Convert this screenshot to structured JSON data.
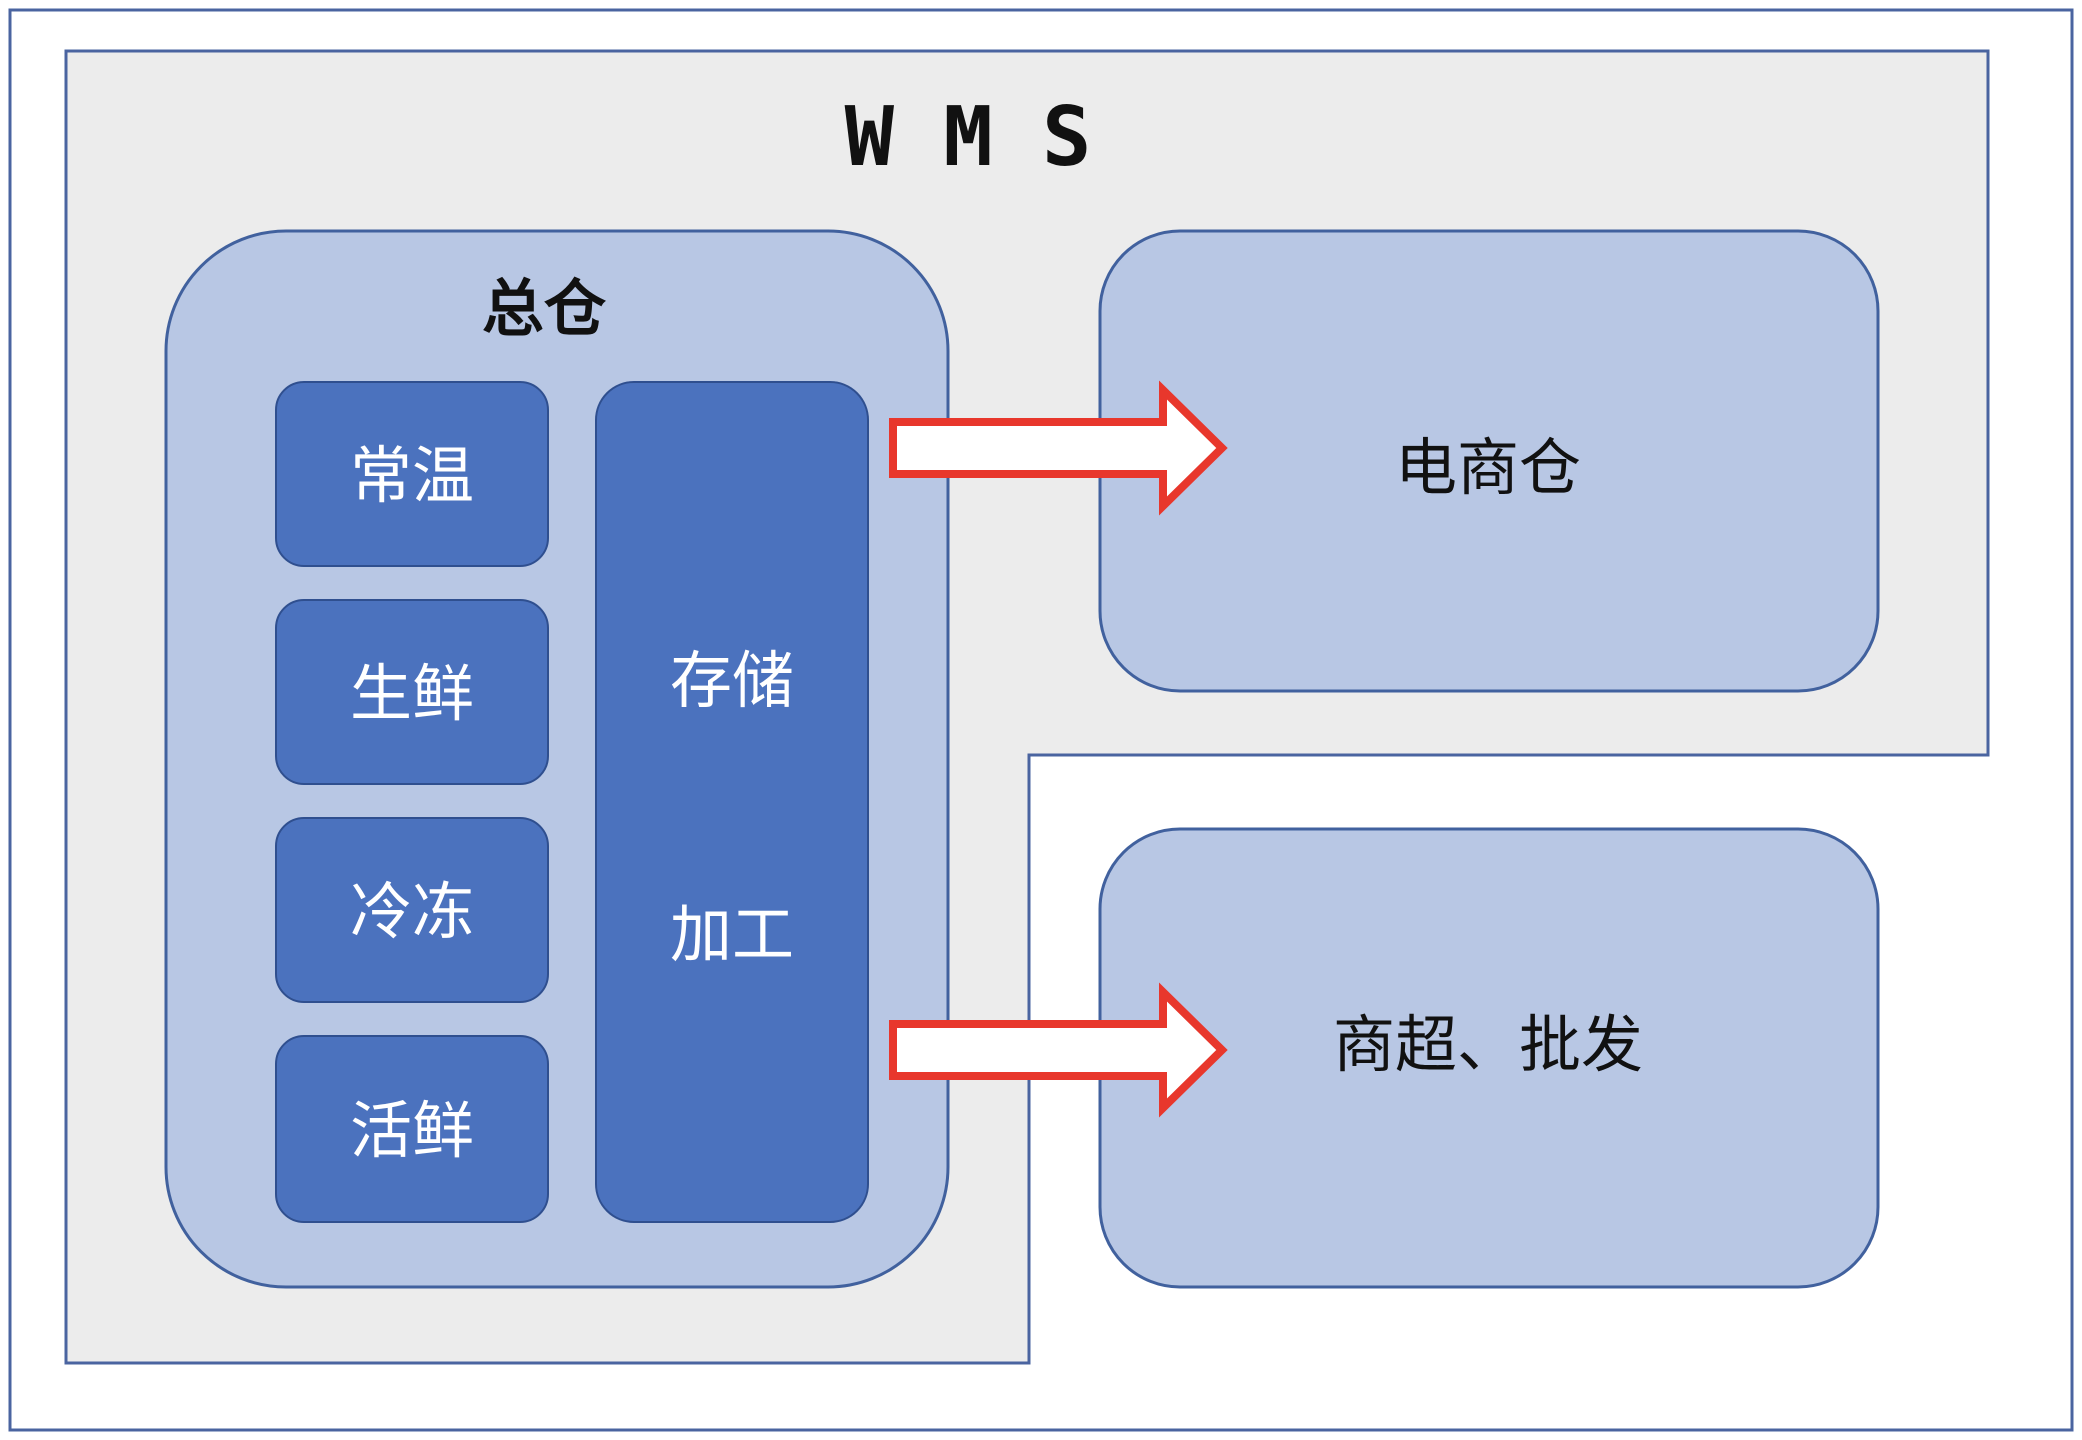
{
  "colors": {
    "frame_border": "#4a64a0",
    "region_fill": "#ececec",
    "region_border": "#4a64a0",
    "light_box_fill": "#b8c7e4",
    "light_box_border": "#41619e",
    "dark_box_fill": "#4b72be",
    "dark_box_border": "#2f4f8f",
    "arrow_outline": "#e8372c",
    "arrow_fill": "#ffffff",
    "text_dark": "#111111",
    "text_light": "#ffffff"
  },
  "system": {
    "title": "W M S"
  },
  "main_warehouse": {
    "title": "总仓",
    "zones": [
      {
        "label": "常温"
      },
      {
        "label": "生鲜"
      },
      {
        "label": "冷冻"
      },
      {
        "label": "活鲜"
      }
    ],
    "functions": [
      "存储",
      "加工"
    ]
  },
  "targets": [
    {
      "label": "电商仓"
    },
    {
      "label": "商超、批发"
    }
  ]
}
